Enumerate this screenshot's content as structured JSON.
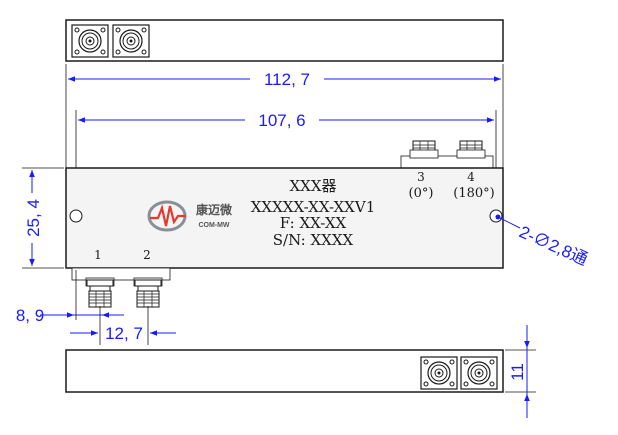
{
  "title_cn": "XXX器",
  "model": "XXXXX-XX-XXV1",
  "frequency": "F: XX-XX",
  "serial": "S/N: XXXX",
  "logo_text_cn": "康迈微",
  "logo_text_en": "COM-MW",
  "ports": {
    "p1": "1",
    "p2": "2",
    "p3": "3",
    "p4": "4",
    "p3_phase": "(0°)",
    "p4_phase": "(180°)"
  },
  "dims": {
    "overall_length": "112, 7",
    "hole_spacing": "107, 6",
    "height": "25, 4",
    "port1_offset": "8, 9",
    "port_pitch": "12, 7",
    "thickness": "11",
    "holes": "2-∅2,8通"
  },
  "colors": {
    "outline": "#1a1a1a",
    "dimension": "#1a1aff",
    "body_fill": "#f2f2f2",
    "logo_red": "#e53a2f",
    "logo_gray": "#8a8f95"
  }
}
